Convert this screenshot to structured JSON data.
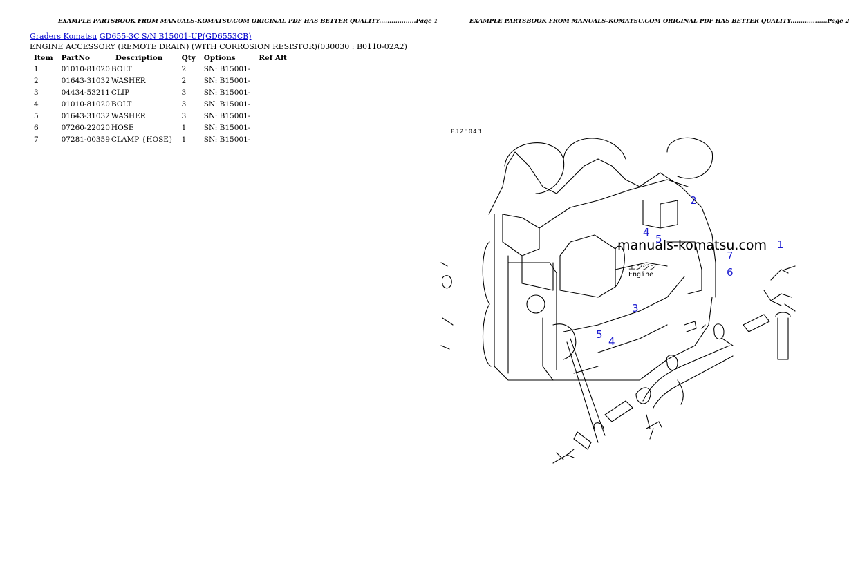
{
  "page1": {
    "header": "EXAMPLE PARTSBOOK FROM MANUALS-KOMATSU.COM ORIGINAL PDF HAS BETTER QUALITY..................Page 1",
    "breadcrumb_1": "Graders Komatsu",
    "breadcrumb_2": "GD655-3C S/N B15001-UP(GD6553CB)",
    "subtitle": "ENGINE ACCESSORY (REMOTE DRAIN) (WITH CORROSION RESISTOR)(030030 : B0110-02A2)",
    "columns": [
      "Item",
      "PartNo",
      "Description",
      "Qty",
      "Options",
      "Ref Alt"
    ],
    "rows": [
      {
        "item": "1",
        "partno": "01010-81020",
        "desc": "BOLT",
        "qty": "2",
        "options": "SN: B15001-"
      },
      {
        "item": "2",
        "partno": "01643-31032",
        "desc": "WASHER",
        "qty": "2",
        "options": "SN: B15001-"
      },
      {
        "item": "3",
        "partno": "04434-53211",
        "desc": "CLIP",
        "qty": "3",
        "options": "SN: B15001-"
      },
      {
        "item": "4",
        "partno": "01010-81020",
        "desc": "BOLT",
        "qty": "3",
        "options": "SN: B15001-"
      },
      {
        "item": "5",
        "partno": "01643-31032",
        "desc": "WASHER",
        "qty": "3",
        "options": "SN: B15001-"
      },
      {
        "item": "6",
        "partno": "07260-22020",
        "desc": "HOSE",
        "qty": "1",
        "options": "SN: B15001-"
      },
      {
        "item": "7",
        "partno": "07281-00359",
        "desc": "CLAMP {HOSE}",
        "qty": "1",
        "options": "SN: B15001-"
      }
    ]
  },
  "page2": {
    "header": "EXAMPLE PARTSBOOK FROM MANUALS-KOMATSU.COM ORIGINAL PDF HAS BETTER QUALITY..................Page 2",
    "drawing_code": "PJ2E043",
    "watermark": "manuals-komatsu.com",
    "engine_jp": "エンジン",
    "engine_en": "Engine",
    "callouts": [
      "1",
      "2",
      "3",
      "4",
      "4",
      "5",
      "5",
      "6",
      "7"
    ]
  },
  "colors": {
    "link": "#0000cc",
    "callout": "#1a1ad0"
  }
}
